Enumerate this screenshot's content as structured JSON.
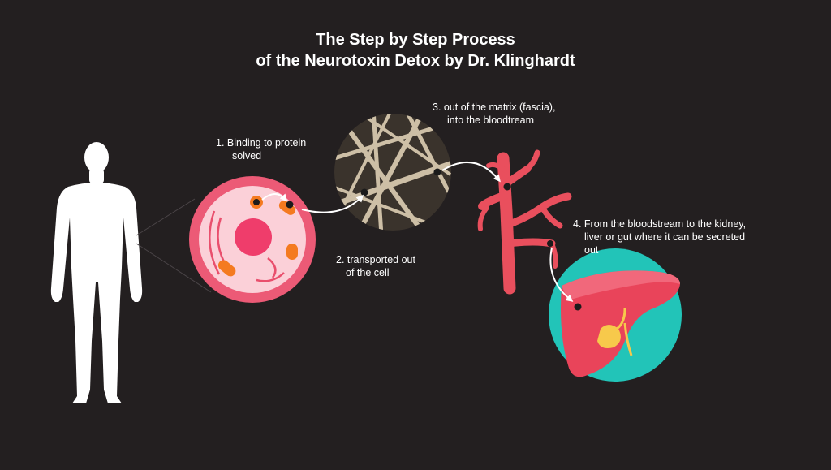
{
  "title": {
    "line1": "The Step by Step Process",
    "line2": "of the Neurotoxin Detox by Dr. Klinghardt"
  },
  "steps": [
    {
      "line1": "1.   Binding to protein",
      "line2": "solved"
    },
    {
      "line1": "2. transported out",
      "line2": "of the cell"
    },
    {
      "line1": "3. out of the matrix (fascia),",
      "line2": "into the bloodtream"
    },
    {
      "line1": "4. From the bloodstream to the kidney,",
      "line2": "liver or gut where it can be secreted",
      "line3": "out"
    }
  ],
  "colors": {
    "background": "#231f20",
    "text": "#ffffff",
    "cell_membrane": "#ec5a76",
    "cell_cytoplasm": "#fbd0d8",
    "nucleus": "#ef3d6b",
    "mitochondria": "#f47a20",
    "fascia_bg": "#3a332c",
    "fascia_fibers": "#cdbfa6",
    "vessel": "#e94f5d",
    "liver": "#e9445a",
    "liver_bg": "#22c4b8",
    "gallbladder": "#f7c94b",
    "toxin_dot": "#1b1b1b"
  }
}
